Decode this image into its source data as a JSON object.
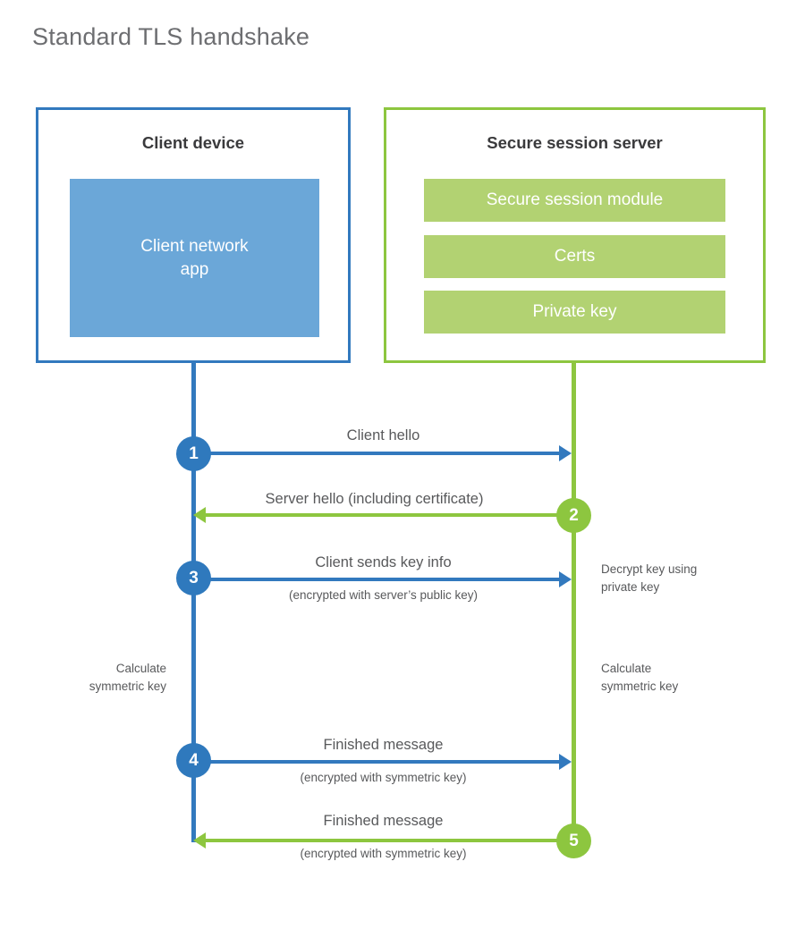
{
  "page": {
    "title": "Standard TLS handshake",
    "background": "#ffffff"
  },
  "colors": {
    "client_blue": "#3279be",
    "client_app_fill": "#6ba7d8",
    "server_green": "#8dc63f",
    "server_bar_fill": "#b2d272",
    "text_gray": "#58595b",
    "heading_gray": "#3a3a3c",
    "title_gray": "#6d6e71"
  },
  "client": {
    "title": "Client device",
    "app_label": "Client network\napp",
    "app_label_line1": "Client network",
    "app_label_line2": "app"
  },
  "server": {
    "title": "Secure session server",
    "components": [
      {
        "label": "Secure session module"
      },
      {
        "label": "Certs"
      },
      {
        "label": "Private key"
      }
    ]
  },
  "steps": [
    {
      "number": "1",
      "side": "client",
      "color": "#2f79bd",
      "direction": "client-to-server",
      "label": "Client hello",
      "sublabel": ""
    },
    {
      "number": "2",
      "side": "server",
      "color": "#8dc63f",
      "direction": "server-to-client",
      "label": "Server hello (including certificate)",
      "sublabel": ""
    },
    {
      "number": "3",
      "side": "client",
      "color": "#2f79bd",
      "direction": "client-to-server",
      "label": "Client sends key info",
      "sublabel": "(encrypted with server’s public key)"
    },
    {
      "number": "4",
      "side": "client",
      "color": "#2f79bd",
      "direction": "client-to-server",
      "label": "Finished message",
      "sublabel": "(encrypted with symmetric key)"
    },
    {
      "number": "5",
      "side": "server",
      "color": "#8dc63f",
      "direction": "server-to-client",
      "label": "Finished message",
      "sublabel": "(encrypted with symmetric key)"
    }
  ],
  "notes": {
    "decrypt_key": "Decrypt key using\nprivate key",
    "client_calculate": "Calculate\nsymmetric key",
    "server_calculate": "Calculate\nsymmetric key"
  }
}
